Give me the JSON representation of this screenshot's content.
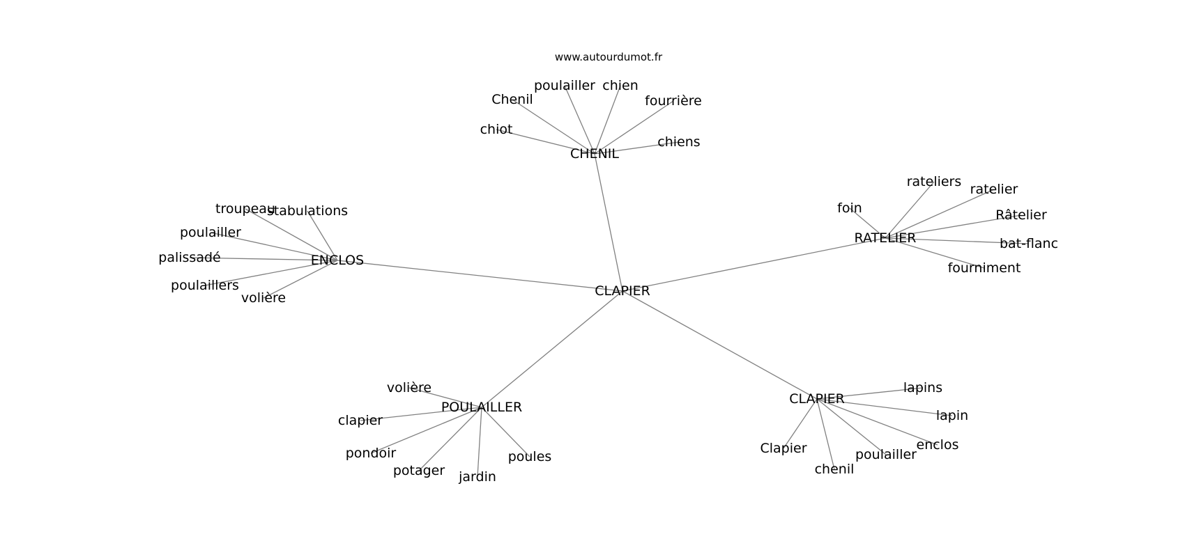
{
  "source": "www.autourdumot.fr",
  "colors": {
    "edge": "#808080",
    "text": "#000000",
    "background": "#ffffff"
  },
  "graph": {
    "root": "CLAPIER",
    "hubs": [
      {
        "id": "chenil",
        "label": "CHENIL",
        "leaves": [
          "poulailler",
          "chien",
          "Chenil",
          "fourrière",
          "chiot",
          "chiens"
        ]
      },
      {
        "id": "ratelier",
        "label": "RATELIER",
        "leaves": [
          "rateliers",
          "ratelier",
          "foin",
          "Râtelier",
          "bat-flanc",
          "fourniment"
        ]
      },
      {
        "id": "enclos",
        "label": "ENCLOS",
        "leaves": [
          "troupeau",
          "stabulations",
          "poulailler",
          "palissadé",
          "poulaillers",
          "volière"
        ]
      },
      {
        "id": "poulailler",
        "label": "POULAILLER",
        "leaves": [
          "volière",
          "clapier",
          "pondoir",
          "potager",
          "jardin",
          "poules"
        ]
      },
      {
        "id": "clapier",
        "label": "CLAPIER",
        "leaves": [
          "lapins",
          "lapin",
          "enclos",
          "poulailler",
          "chenil",
          "Clapier"
        ]
      }
    ]
  }
}
